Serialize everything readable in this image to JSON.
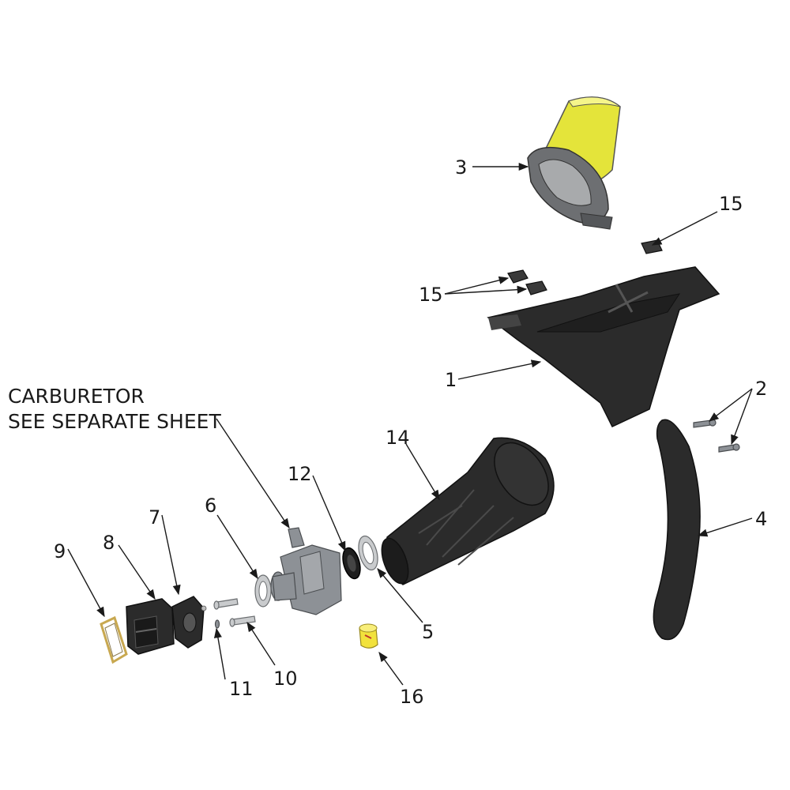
{
  "note": {
    "line1": "CARBURETOR",
    "line2": "SEE SEPARATE SHEET"
  },
  "callouts": {
    "c1": "1",
    "c2": "2",
    "c3": "3",
    "c4": "4",
    "c5": "5",
    "c6": "6",
    "c7": "7",
    "c8": "8",
    "c9": "9",
    "c10": "10",
    "c11": "11",
    "c12": "12",
    "c14": "14",
    "c15a": "15",
    "c15b": "15",
    "c16": "16"
  },
  "colors": {
    "filter_yellow": "#e6e63a",
    "rubber_black": "#2b2b2b",
    "metal_grey": "#8d9196",
    "tape_yellow": "#f2e23c"
  }
}
